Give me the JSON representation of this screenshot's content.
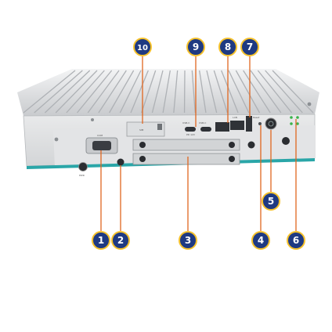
{
  "colors": {
    "callout_fill": "#1f3a82",
    "callout_outline": "#f6c22c",
    "leader_line": "#e0661f",
    "chassis": "#d9dadc",
    "accent": "#2aa6a8"
  },
  "callouts": {
    "c1": "1",
    "c2": "2",
    "c3": "3",
    "c4": "4",
    "c5": "5",
    "c6": "6",
    "c7": "7",
    "c8": "8",
    "c9": "9",
    "c10": "10"
  },
  "panel_labels": {
    "reset": "Reset",
    "lan": "LAN",
    "usb_c_a": "USB-C",
    "usb_c_b": "USB-C",
    "pd_note": "PD 12V",
    "com": "COM",
    "sim": "SIM",
    "pwr": "PWR"
  },
  "icons": [
    "power-button-icon",
    "hdd-led-icon",
    "lan-port-icon",
    "dc-jack-icon",
    "screw-icon"
  ]
}
